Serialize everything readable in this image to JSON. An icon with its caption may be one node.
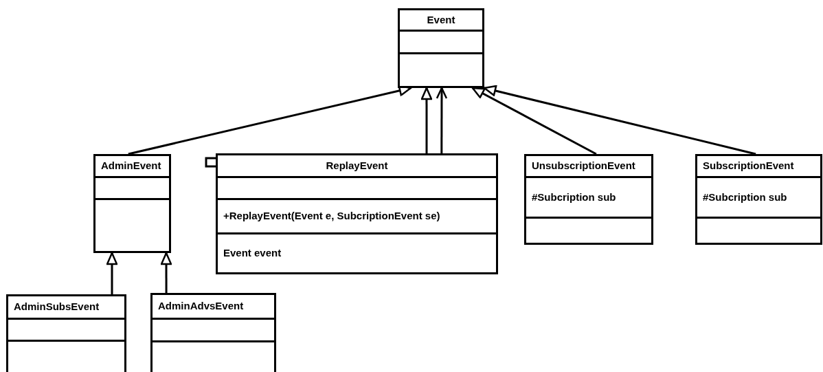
{
  "diagram": {
    "nodes": [
      {
        "text": [
          "Event"
        ]
      },
      {
        "text": [
          "AdminEvent"
        ]
      },
      {
        "text": [
          "ReplayEvent",
          "+ReplayEvent(Event e, SubcriptionEvent se)",
          "Event event"
        ]
      },
      {
        "text": [
          "UnsubscriptionEvent",
          "#Subcription sub"
        ]
      },
      {
        "text": [
          "SubscriptionEvent",
          "#Subcription sub"
        ]
      },
      {
        "text": [
          "AdminSubsEvent"
        ]
      },
      {
        "text": [
          "AdminAdvsEvent"
        ]
      }
    ],
    "edges": [
      {
        "from": 1,
        "to": 0,
        "arrow": "to"
      },
      {
        "from": 2,
        "to": 0,
        "arrow": "to"
      },
      {
        "from": 2,
        "to": 0,
        "arrow": "to"
      },
      {
        "from": 3,
        "to": 0,
        "arrow": "to"
      },
      {
        "from": 4,
        "to": 0,
        "arrow": "to"
      },
      {
        "from": 5,
        "to": 1,
        "arrow": "to"
      },
      {
        "from": 6,
        "to": 1,
        "arrow": "to"
      }
    ]
  }
}
